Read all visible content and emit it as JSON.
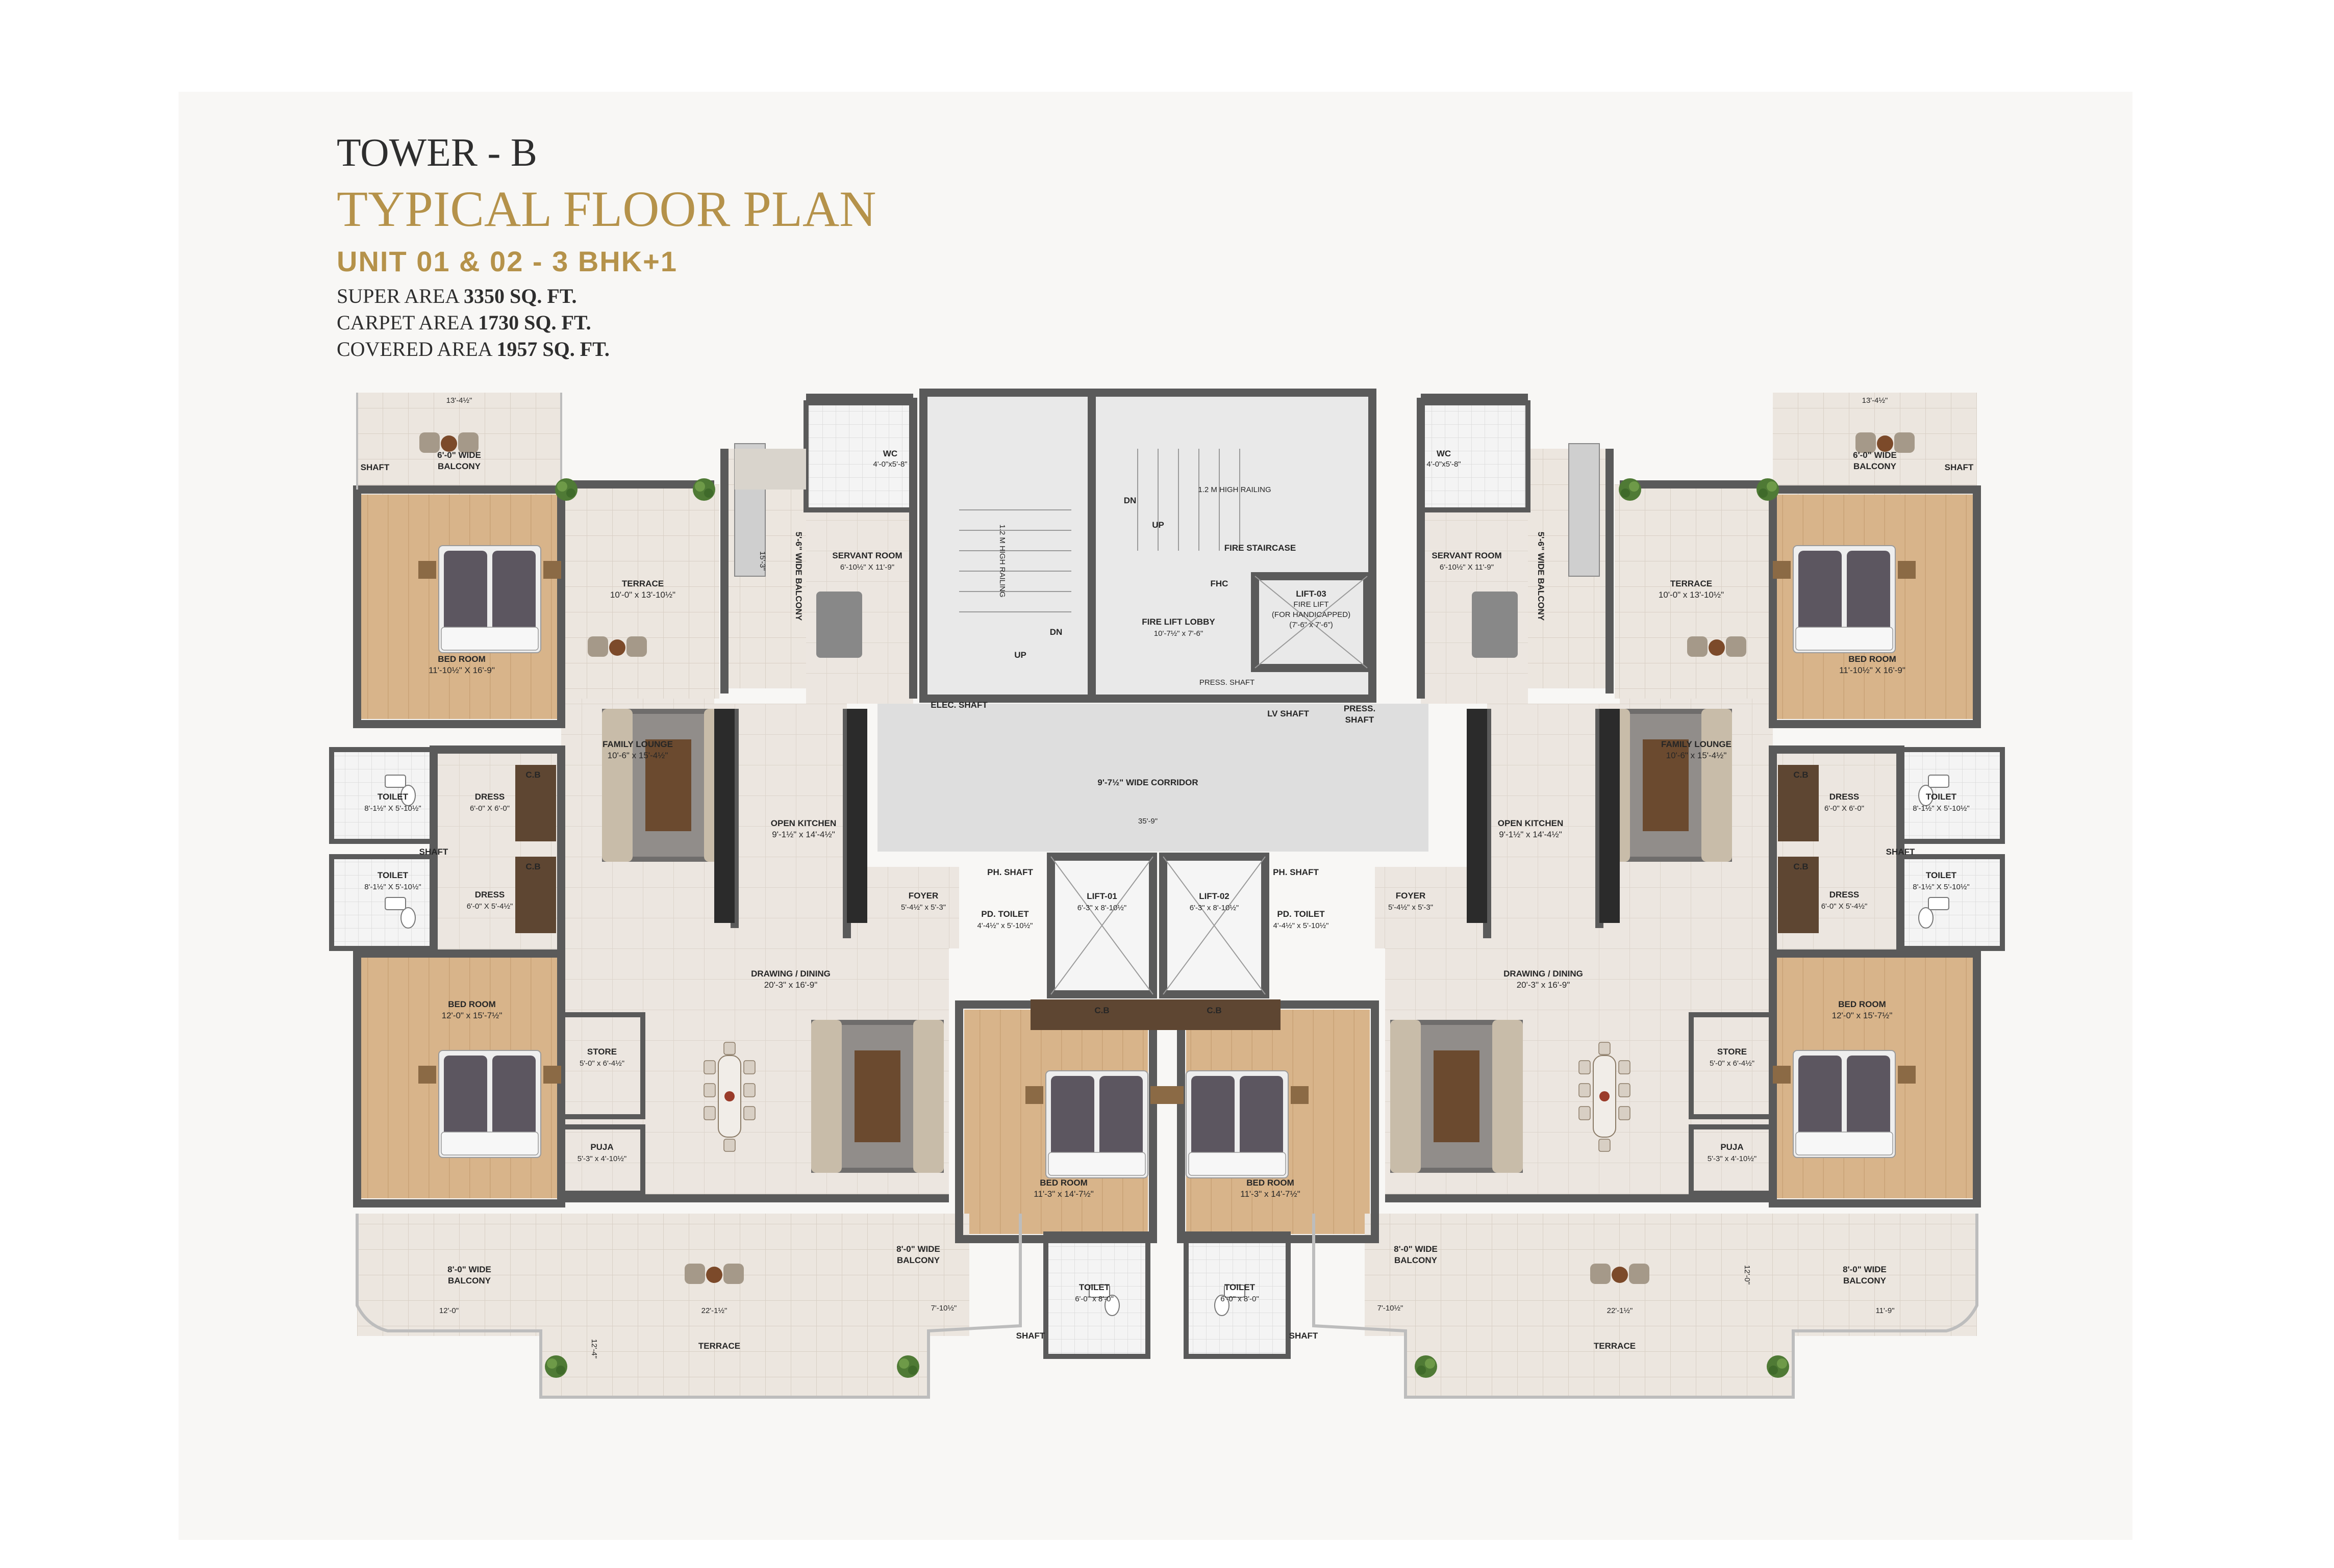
{
  "header": {
    "tower": "TOWER - B",
    "title": "TYPICAL FLOOR PLAN",
    "unit": "UNIT 01 & 02 - 3 BHK+1",
    "super_area_label": "SUPER AREA",
    "super_area_value": "3350 SQ. FT.",
    "carpet_area_label": "CARPET AREA",
    "carpet_area_value": "1730 SQ. FT.",
    "covered_area_label": "COVERED AREA",
    "covered_area_value": "1957 SQ. FT."
  },
  "core": {
    "fire_staircase": "FIRE STAIRCASE",
    "railing_top": "1.2 M HIGH RAILING",
    "railing_left": "1.2 M HIGH RAILING",
    "dn_top": "DN",
    "up_top": "UP",
    "up_left": "UP",
    "dn_left": "DN",
    "fhc": "FHC",
    "fire_lift_lobby": "FIRE LIFT LOBBY",
    "fire_lift_lobby_dim": "10'-7½\" x 7'-6\"",
    "lift03_1": "LIFT-03",
    "lift03_2": "FIRE LIFT",
    "lift03_3": "(FOR HANDICAPPED)",
    "lift03_dim": "(7'-6\" x 7'-6\")",
    "press_shaft": "PRESS. SHAFT",
    "press_shaft2_1": "PRESS.",
    "press_shaft2_2": "SHAFT",
    "lv_shaft": "LV SHAFT",
    "elec_shaft": "ELEC. SHAFT",
    "corridor": "9'-7½\" WIDE CORRIDOR",
    "corridor_dim": "35'-9\"",
    "lift01": "LIFT-01",
    "lift01_dim": "6'-3\" x 8'-10½\"",
    "lift02": "LIFT-02",
    "lift02_dim": "6'-3\" x 8'-10½\"",
    "ph_shaft": "PH. SHAFT",
    "pd_toilet": "PD. TOILET",
    "pd_toilet_dim": "4'-4½\" x 5'-10½\"",
    "cb": "C.B"
  },
  "unit": {
    "balcony_top": "6'-0\" WIDE",
    "balcony_top2": "BALCONY",
    "balcony_top_dim": "13'-4½\"",
    "shaft": "SHAFT",
    "bed1": "BED ROOM",
    "bed1_dim": "11'-10½\" X 16'-9\"",
    "terrace": "TERRACE",
    "terrace_dim": "10'-0\" x 13'-10½\"",
    "wc": "WC",
    "wc_dim": "4'-0\"x5'-8\"",
    "servant": "SERVANT ROOM",
    "servant_dim": "6'-10½\" X 11'-9\"",
    "side_balcony": "5'-6\" WIDE BALCONY",
    "side_balcony_dim": "15'-3\"",
    "family": "FAMILY LOUNGE",
    "family_dim": "10'-6\" x 15'-4½\"",
    "open_kitchen": "OPEN KITCHEN",
    "open_kitchen_dim": "9'-1½\" x 14'-4½\"",
    "toilet": "TOILET",
    "toilet_dim": "8'-1½\" X 5'-10½\"",
    "dress1": "DRESS",
    "dress1_dim": "6'-0\" X 6'-0\"",
    "dress2": "DRESS",
    "dress2_dim": "6'-0\" X 5'-4½\"",
    "foyer": "FOYER",
    "foyer_dim": "5'-4½\" x 5'-3\"",
    "drawing": "DRAWING / DINING",
    "drawing_dim": "20'-3\" x 16'-9\"",
    "bed2": "BED ROOM",
    "bed2_dim": "12'-0\" x 15'-7½\"",
    "store": "STORE",
    "store_dim": "5'-0\" x 6'-4½\"",
    "puja": "PUJA",
    "puja_dim": "5'-3\" x 4'-10½\"",
    "bed3": "BED ROOM",
    "bed3_dim": "11'-3\" x 14'-7½\"",
    "bottom_balcony": "8'-0\" WIDE",
    "bottom_balcony2": "BALCONY",
    "bottom_terrace": "TERRACE",
    "bottom_toilet": "TOILET",
    "bottom_toilet_dim": "6'-0\" x 8'-0\"",
    "dim_12_0": "12'-0\"",
    "dim_22_11": "22'-1½\"",
    "dim_7_10": "7'-10½\"",
    "dim_12_4": "12'-4\"",
    "dim_11_9": "11'-9\"",
    "dim_12_0_right": "12'-0\""
  }
}
